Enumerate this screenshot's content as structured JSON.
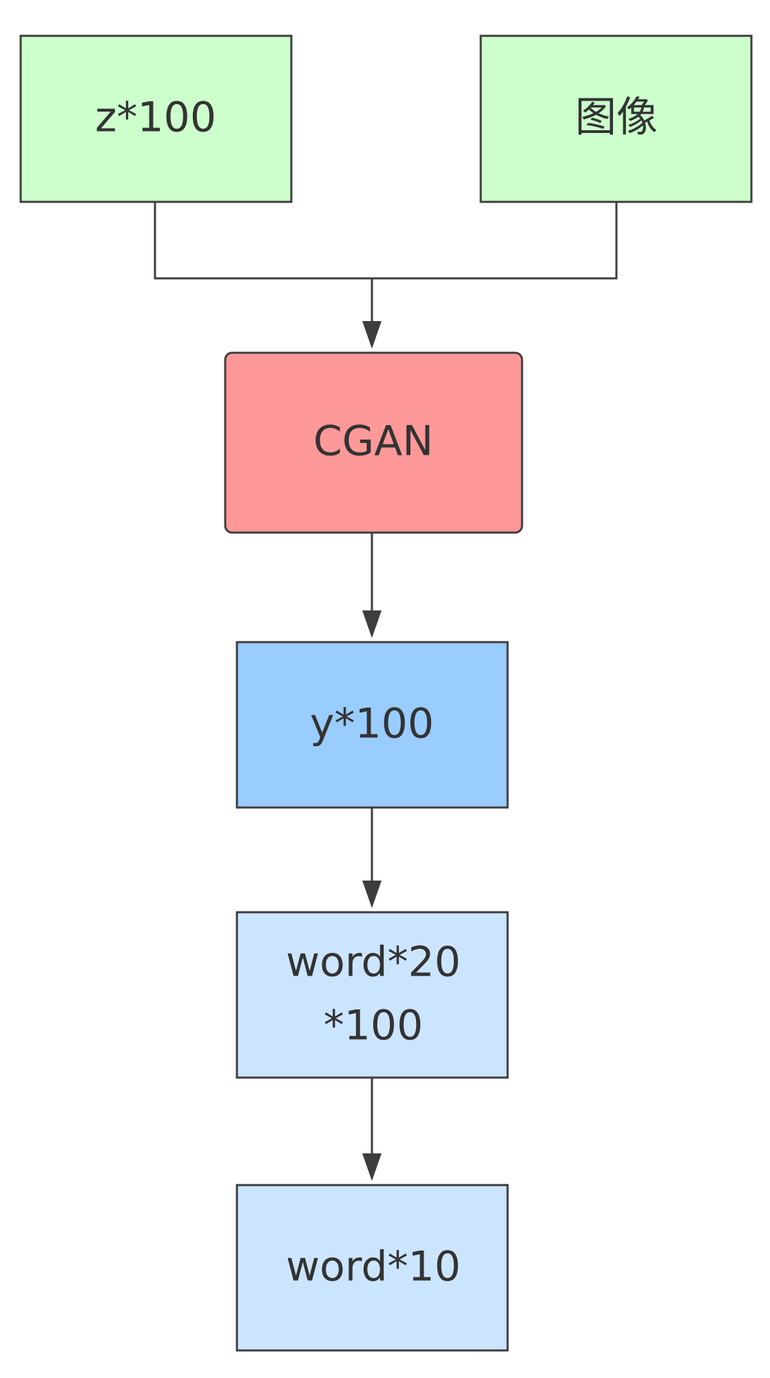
{
  "nodes": {
    "z": {
      "label": "z*100",
      "fill": "#ccffcc"
    },
    "image": {
      "label": "图像",
      "fill": "#ccffcc"
    },
    "cgan": {
      "label": "CGAN",
      "fill": "#ff9999"
    },
    "y": {
      "label": "y*100",
      "fill": "#99ccff"
    },
    "word20": {
      "label_line1": "word*20",
      "label_line2": "*100",
      "fill": "#cce5ff"
    },
    "word10": {
      "label": "word*10",
      "fill": "#cce5ff"
    }
  },
  "edges": [
    {
      "from": "z",
      "to": "cgan"
    },
    {
      "from": "image",
      "to": "cgan"
    },
    {
      "from": "cgan",
      "to": "y"
    },
    {
      "from": "y",
      "to": "word20"
    },
    {
      "from": "word20",
      "to": "word10"
    }
  ],
  "colors": {
    "stroke": "#3d3d3d",
    "text": "#333333"
  }
}
